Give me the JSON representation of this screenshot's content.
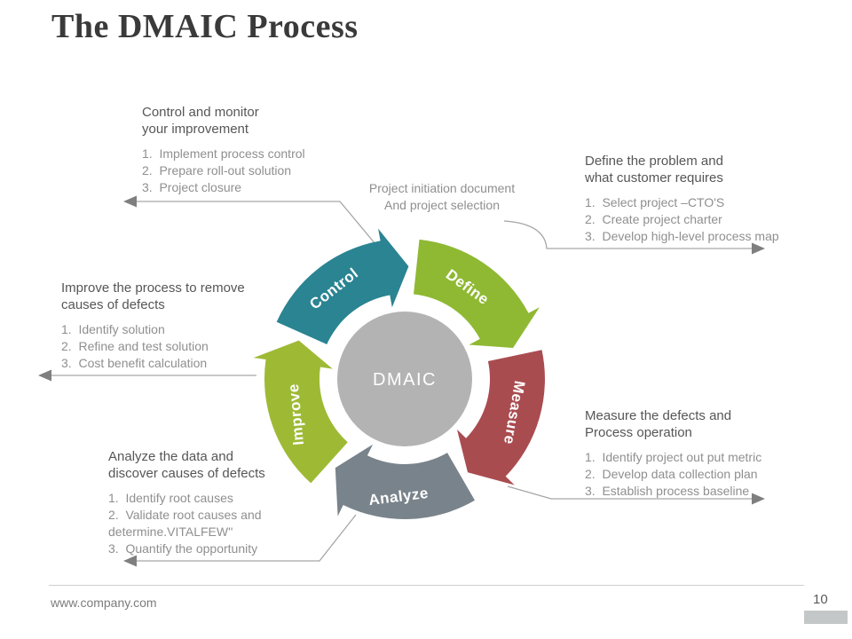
{
  "slide": {
    "title": "The DMAIC Process",
    "footer": {
      "website": "www.company.com",
      "page_number": "10"
    }
  },
  "diagram": {
    "center_label": "DMAIC",
    "center_color": "#b3b3b3",
    "note": {
      "line1": "Project initiation document",
      "line2": "And project selection"
    },
    "segments": [
      {
        "id": "define",
        "label": "Define",
        "color": "#8fb933"
      },
      {
        "id": "measure",
        "label": "Measure",
        "color": "#a94c50"
      },
      {
        "id": "analyze",
        "label": "Analyze",
        "color": "#79838b"
      },
      {
        "id": "improve",
        "label": "Improve",
        "color": "#9eba35"
      },
      {
        "id": "control",
        "label": "Control",
        "color": "#2a8492"
      }
    ]
  },
  "annotations": {
    "control": {
      "heading_line1": "Control and monitor",
      "heading_line2": "your improvement",
      "items": [
        "1.  Implement process control",
        "2.  Prepare roll-out solution",
        "3.  Project closure"
      ]
    },
    "define": {
      "heading_line1": "Define the problem and",
      "heading_line2": "what customer requires",
      "items": [
        "1.  Select project –CTO'S",
        "2.  Create project charter",
        "3.  Develop high-level process map"
      ]
    },
    "improve": {
      "heading_line1": "Improve the process to remove",
      "heading_line2": "causes of defects",
      "items": [
        "1.  Identify solution",
        "2.  Refine and test solution",
        "3.  Cost benefit calculation"
      ]
    },
    "measure": {
      "heading_line1": "Measure the defects and",
      "heading_line2": "Process operation",
      "items": [
        "1.  Identify project out put metric",
        "2.  Develop data collection plan",
        "3.  Establish process baseline"
      ]
    },
    "analyze": {
      "heading_line1": "Analyze the data and",
      "heading_line2": "discover causes of defects",
      "items": [
        "1.  Identify root causes",
        "2.  Validate root causes and determine.VITALFEW''",
        "3.  Quantify the opportunity"
      ]
    }
  }
}
